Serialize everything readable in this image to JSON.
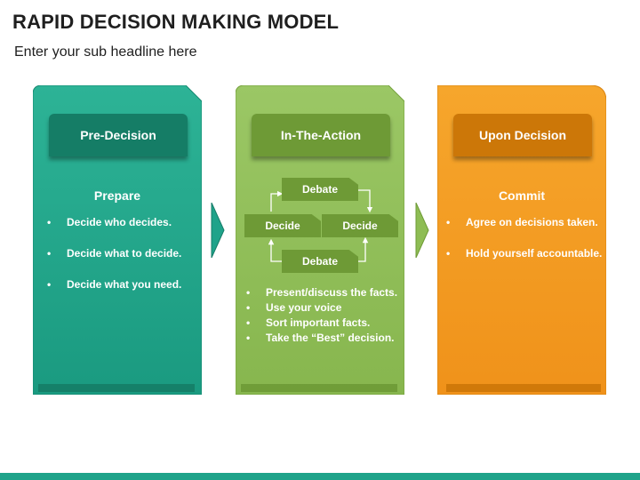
{
  "page": {
    "title": "RAPID DECISION MAKING MODEL",
    "subtitle": "Enter your sub headline here"
  },
  "colors": {
    "teal": "#1fa38a",
    "teal_dark": "#157d66",
    "green": "#8ebd54",
    "green_dark": "#6e9a36",
    "orange": "#f39a1e",
    "orange_dark": "#cc7708"
  },
  "cards": [
    {
      "header": "Pre-Decision",
      "section": "Prepare",
      "bullets": [
        "Decide who decides.",
        "Decide what to decide.",
        "Decide what you need."
      ]
    },
    {
      "header": "In-The-Action",
      "cycle": [
        "Debate",
        "Decide",
        "Decide",
        "Debate"
      ],
      "bullets": [
        "Present/discuss the facts.",
        "Use your voice",
        "Sort important facts.",
        "Take the “Best” decision."
      ]
    },
    {
      "header": "Upon Decision",
      "section": "Commit",
      "bullets": [
        "Agree on decisions taken.",
        "Hold yourself accountable."
      ]
    }
  ],
  "connectors": [
    "chevron-right-icon",
    "chevron-right-icon"
  ]
}
